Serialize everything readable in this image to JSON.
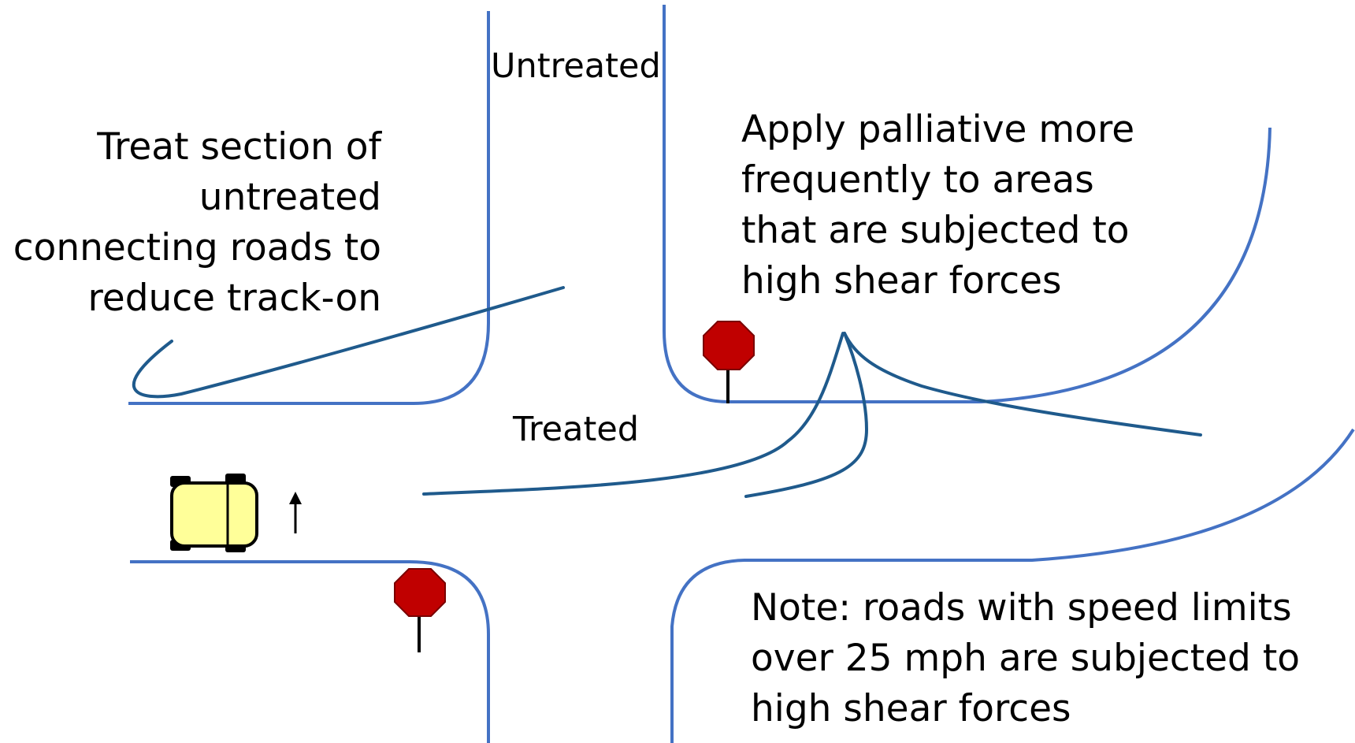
{
  "labels": {
    "untreated": "Untreated",
    "treated": "Treated"
  },
  "notes": {
    "treat_section": [
      "Treat section of",
      "untreated",
      "connecting roads to",
      "reduce track-on"
    ],
    "apply_palliative": [
      "Apply palliative more",
      "frequently to areas",
      "that are subjected to",
      "high shear forces"
    ],
    "speed_note": [
      "Note: roads with speed limits",
      "over 25 mph are subjected to",
      "high shear forces"
    ]
  },
  "colors": {
    "road": "#4472C4",
    "callout": "#1F5A8C",
    "stop_sign": "#C00000",
    "vehicle": "#FFFF99"
  },
  "icons": {
    "vehicle": "car-top-view-icon",
    "direction": "up-arrow-icon",
    "stop": "stop-sign-icon"
  }
}
